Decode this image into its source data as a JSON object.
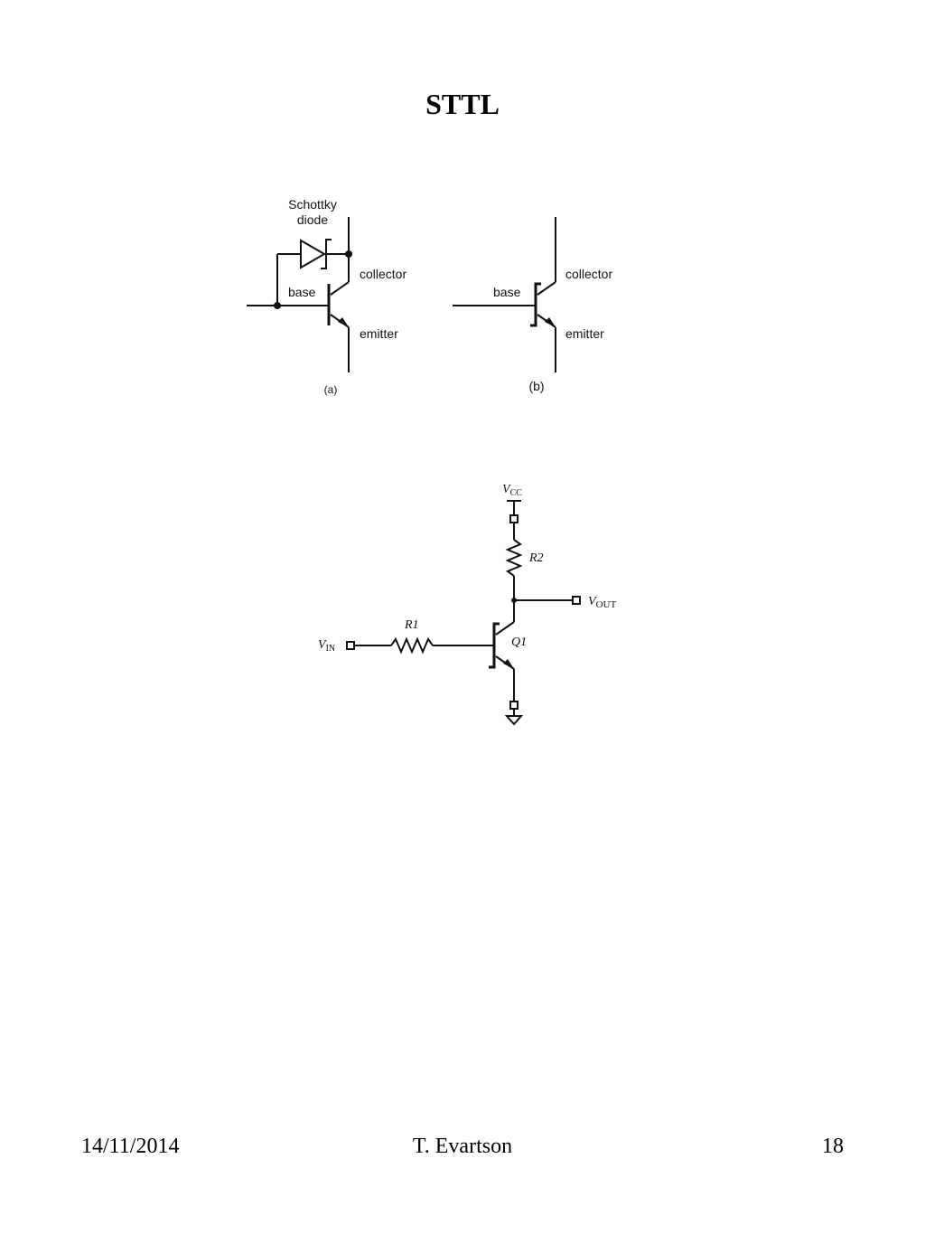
{
  "slide": {
    "title": "STTL"
  },
  "figure_a": {
    "diode_label_line1": "Schottky",
    "diode_label_line2": "diode",
    "collector": "collector",
    "base": "base",
    "emitter": "emitter",
    "caption": "(a)"
  },
  "figure_b": {
    "collector": "collector",
    "base": "base",
    "emitter": "emitter",
    "caption": "(b)"
  },
  "circuit": {
    "vcc_main": "V",
    "vcc_sub": "CC",
    "r2": "R2",
    "vout_main": "V",
    "vout_sub": "OUT",
    "r1": "R1",
    "vin_main": "V",
    "vin_sub": "IN",
    "q1": "Q1"
  },
  "footer": {
    "date": "14/11/2014",
    "author": "T. Evartson",
    "page": "18"
  }
}
